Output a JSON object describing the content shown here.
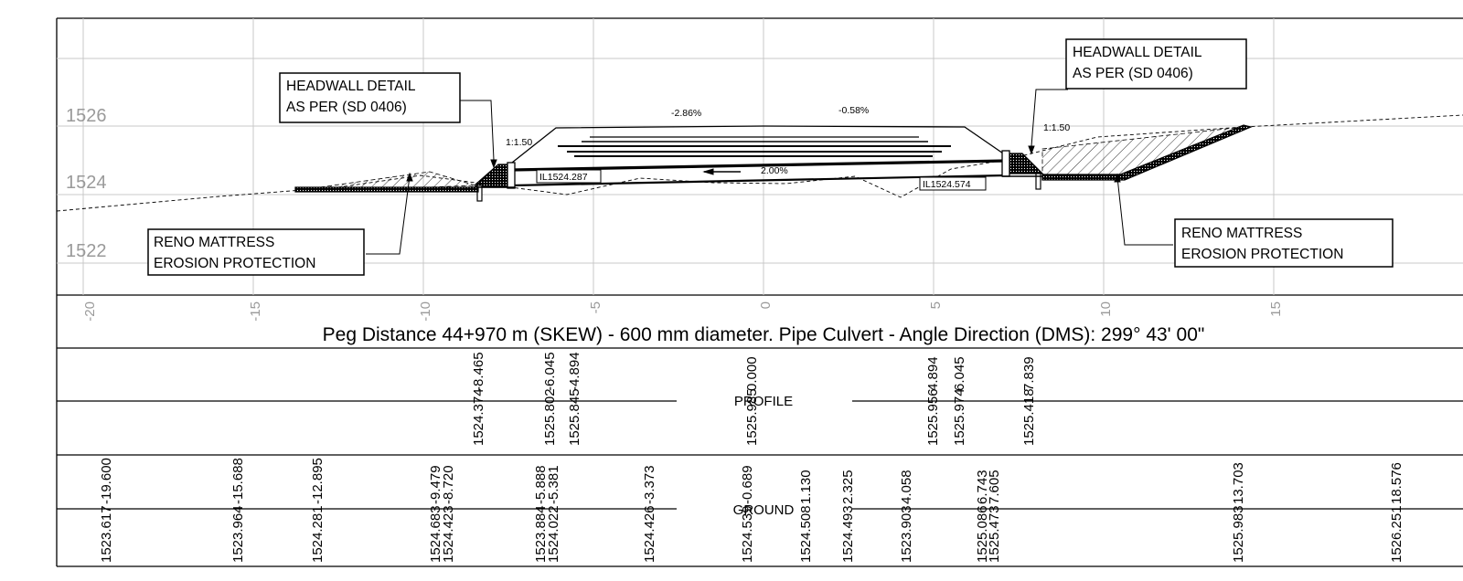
{
  "title": "Peg Distance 44+970 m (SKEW) - 600 mm diameter. Pipe Culvert - Angle Direction (DMS): 299° 43' 00\"",
  "y_axis_labels": [
    "1526",
    "1524",
    "1522"
  ],
  "x_ticks": [
    "-20",
    "-15",
    "-10",
    "-5",
    "0",
    "5",
    "10",
    "15"
  ],
  "notes": {
    "headwall_left": [
      "HEADWALL DETAIL",
      "AS PER (SD 0406)"
    ],
    "headwall_right": [
      "HEADWALL DETAIL",
      "AS PER (SD 0406)"
    ],
    "reno_left": [
      "RENO MATTRESS",
      "EROSION PROTECTION"
    ],
    "reno_right": [
      "RENO MATTRESS",
      "EROSION PROTECTION"
    ]
  },
  "labels": {
    "slope_left": "-2.86%",
    "slope_right": "-0.58%",
    "batter_left": "1:1.50",
    "batter_right": "1:1.50",
    "pipe_grade": "2.00%",
    "il_left": "IL1524.287",
    "il_right": "IL1524.574"
  },
  "table": {
    "profile_label": "PROFILE",
    "ground_label": "GROUND",
    "profile_offsets": [
      "-8.465",
      "-6.045",
      "-4.894",
      "0.000",
      "4.894",
      "6.045",
      "7.839"
    ],
    "profile_levels": [
      "1524.374",
      "1525.802",
      "1525.845",
      "1525.985",
      "1525.956",
      "1525.974",
      "1525.418"
    ],
    "ground_offsets": [
      "-19.600",
      "-15.688",
      "-12.895",
      "-9.479",
      "-8.720",
      "-5.888",
      "-5.381",
      "-3.373",
      "-0.689",
      "1.130",
      "2.325",
      "4.058",
      "6.743",
      "7.605",
      "13.703",
      "18.576"
    ],
    "ground_levels": [
      "1523.617",
      "1523.964",
      "1524.281",
      "1524.683",
      "1524.423",
      "1523.884",
      "1524.022",
      "1524.426",
      "1524.539",
      "1524.508",
      "1524.493",
      "1523.903",
      "1525.086",
      "1525.473",
      "1525.983",
      "1526.251"
    ]
  }
}
